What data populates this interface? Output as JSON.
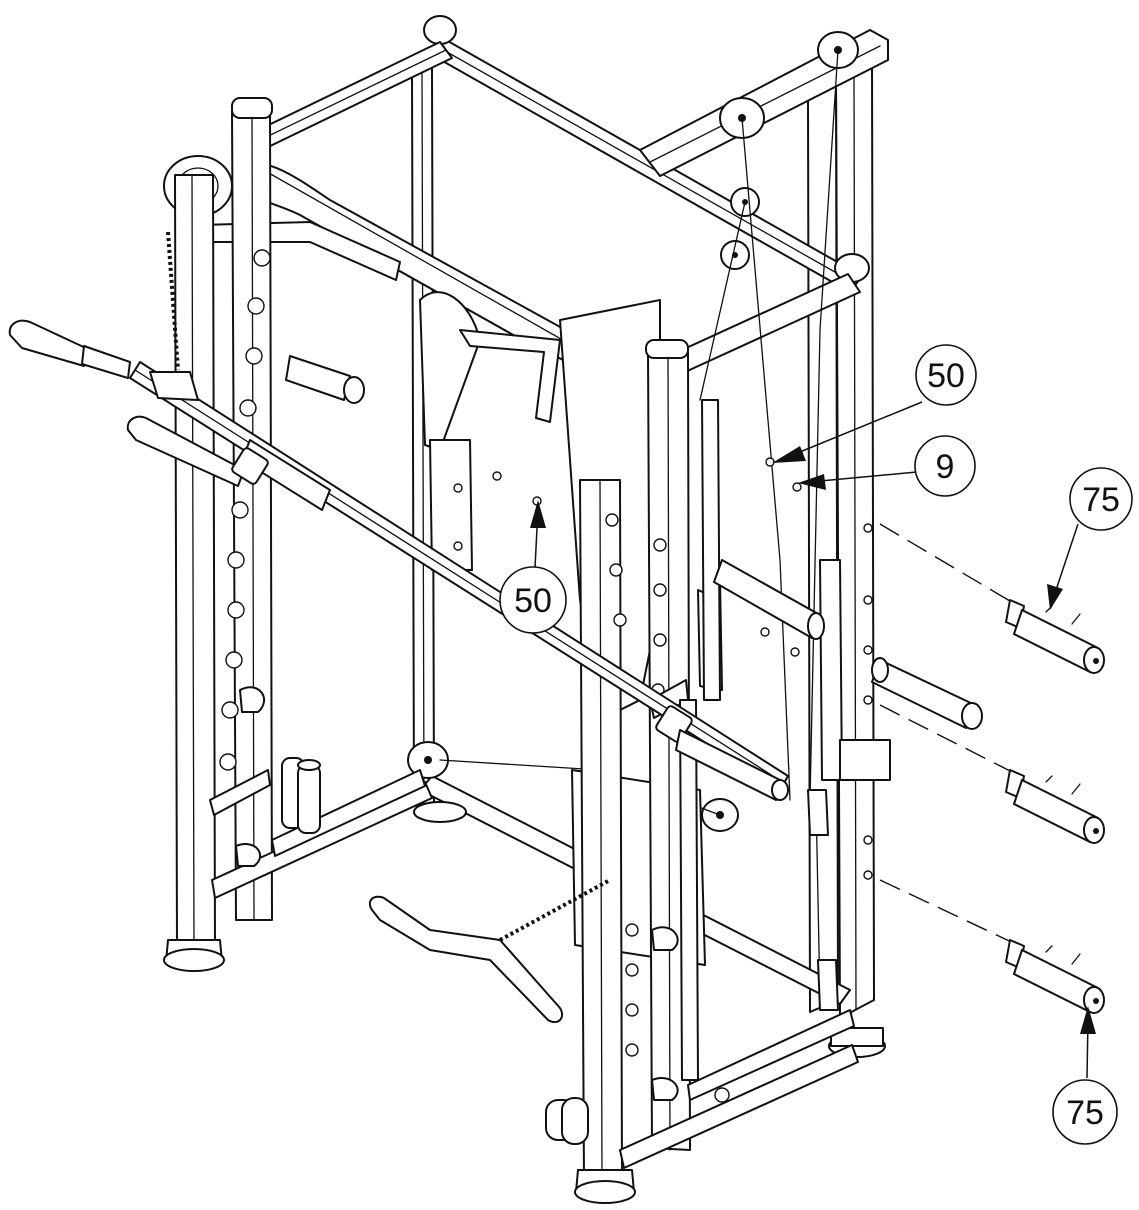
{
  "callouts": [
    {
      "label": "50"
    },
    {
      "label": "9"
    },
    {
      "label": "75"
    },
    {
      "label": "50"
    },
    {
      "label": "75"
    }
  ]
}
